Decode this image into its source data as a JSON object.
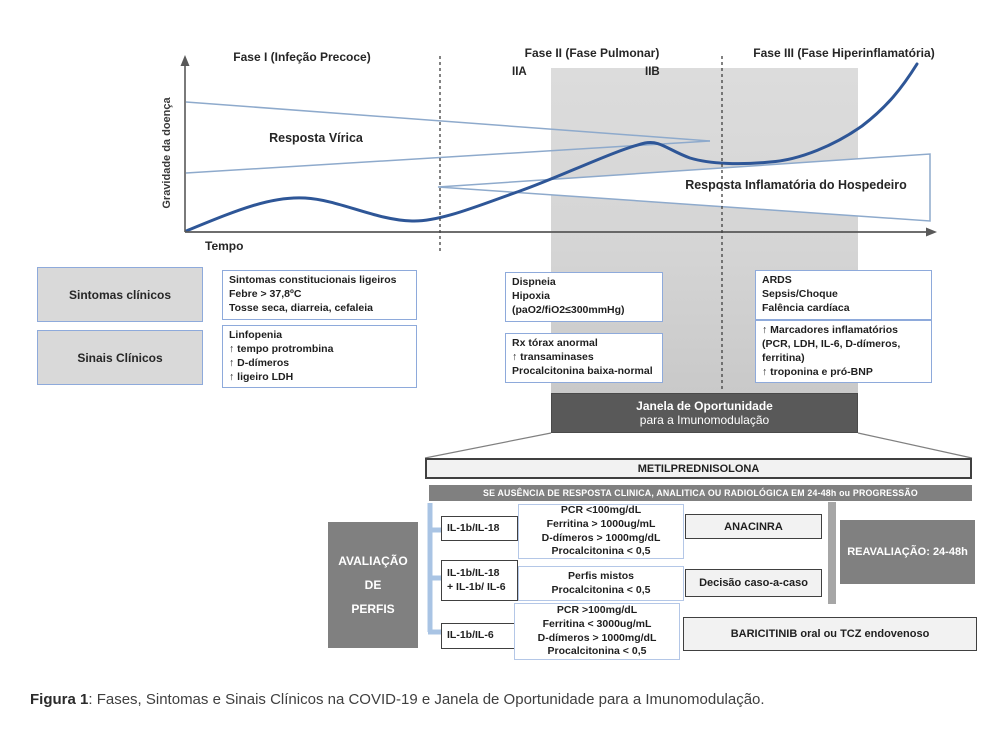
{
  "chart": {
    "y_axis_label": "Gravidade da doença",
    "x_axis_label": "Tempo",
    "phase1_title": "Fase I (Infeção Precoce)",
    "phase2_title": "Fase II (Fase Pulmonar)",
    "phase2a_label": "IIA",
    "phase2b_label": "IIB",
    "phase3_title": "Fase III (Fase Hiperinflamatória)",
    "viral_response_label": "Resposta Vírica",
    "inflammatory_response_label": "Resposta Inflamatória do Hospedeiro"
  },
  "row_labels": {
    "symptoms": "Sintomas clínicos",
    "signs": "Sinais Clínicos"
  },
  "phase1": {
    "symptoms": [
      "Sintomas constitucionais ligeiros",
      "Febre > 37,8ºC",
      "Tosse seca, diarreia, cefaleia"
    ],
    "signs": [
      "Linfopenia",
      "↑ tempo protrombina",
      "↑ D-dímeros",
      "↑ ligeiro LDH"
    ]
  },
  "phase2": {
    "symptoms": [
      "Dispneia",
      "Hipoxia",
      "(paO2/fiO2≤300mmHg)"
    ],
    "signs": [
      "Rx tórax anormal",
      "↑ transaminases",
      "Procalcitonina baixa-normal"
    ]
  },
  "phase3": {
    "symptoms": [
      "ARDS",
      "Sepsis/Choque",
      "Falência cardíaca"
    ],
    "signs": [
      "↑ Marcadores inflamatórios",
      "(PCR, LDH, IL-6, D-dímeros,",
      "ferritina)",
      "↑ troponina e pró-BNP"
    ]
  },
  "window": {
    "line1": "Janela de Oportunidade",
    "line2": "para a Imunomodulação"
  },
  "protocol": {
    "first_line": "METILPREDNISOLONA",
    "escalation_rule": "SE  AUSÊNCIA DE RESPOSTA CLINICA, ANALITICA OU RADIOLÓGICA EM 24-48h  ou PROGRESSÃO",
    "profile_assessment": [
      "AVALIAÇÃO",
      "DE",
      "PERFIS"
    ],
    "reassessment": "REAVALIAÇÃO: 24-48h",
    "branches": [
      {
        "profile": [
          "IL-1b/IL-18"
        ],
        "criteria": [
          "PCR <100mg/dL",
          "Ferritina > 1000ug/mL",
          "D-dímeros > 1000mg/dL",
          "Procalcitonina < 0,5"
        ],
        "treatment": "ANACINRA"
      },
      {
        "profile": [
          "IL-1b/IL-18",
          "+ IL-1b/ IL-6"
        ],
        "criteria": [
          "Perfis mistos",
          "Procalcitonina < 0,5"
        ],
        "treatment": "Decisão caso-a-caso"
      },
      {
        "profile": [
          "IL-1b/IL-6"
        ],
        "criteria": [
          "PCR >100mg/dL",
          "Ferritina < 3000ug/mL",
          "D-dímeros > 1000mg/dL",
          "Procalcitonina < 0,5"
        ],
        "treatment": "BARICITINIB oral ou TCZ endovenoso"
      }
    ]
  },
  "caption": {
    "label": "Figura 1",
    "text": ": Fases, Sintomas e Sinais Clínicos na COVID-19 e Janela de Oportunidade para a Imunomodulação."
  },
  "colors": {
    "curve_blue": "#2e5697",
    "wedge_outline": "#8eaacc",
    "band_gray": "#d5d5d5",
    "dark_gray_box": "#595959",
    "mid_gray": "#808080",
    "light_gray_box": "#f2f2f2",
    "blue_box_border": "#8eaadb",
    "criteria_border": "#b4c7e7",
    "bracket_blue": "#a9c4e4"
  }
}
